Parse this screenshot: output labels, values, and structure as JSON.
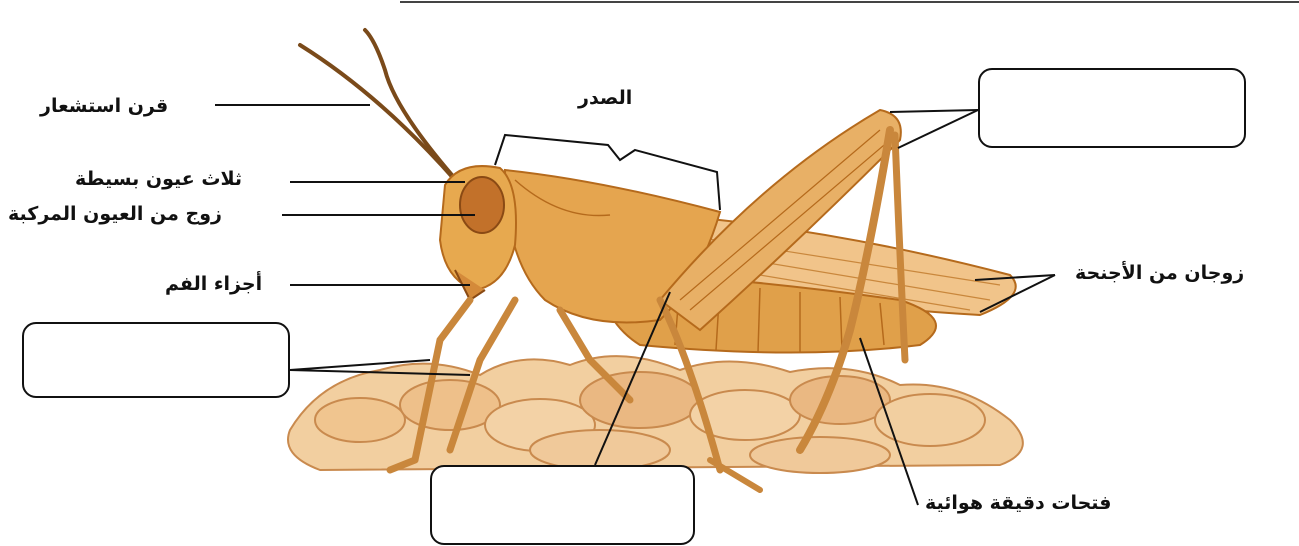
{
  "labels": {
    "antenna": "قرن استشعار",
    "simple_eyes": "ثلاث عيون بسيطة",
    "compound_eyes": "زوج من العيون المركبة",
    "mouthparts": "أجزاء الفم",
    "thorax": "الصدر",
    "wings": "زوجان من الأجنحة",
    "spiracles": "فتحات دقيقة هوائية"
  },
  "blank_boxes": [
    "",
    "",
    ""
  ],
  "colors": {
    "body": "#e0a04a",
    "body_dark": "#b56a1c",
    "rock": "#f0c99a",
    "rock_dark": "#c98a4e",
    "line": "#111111"
  }
}
